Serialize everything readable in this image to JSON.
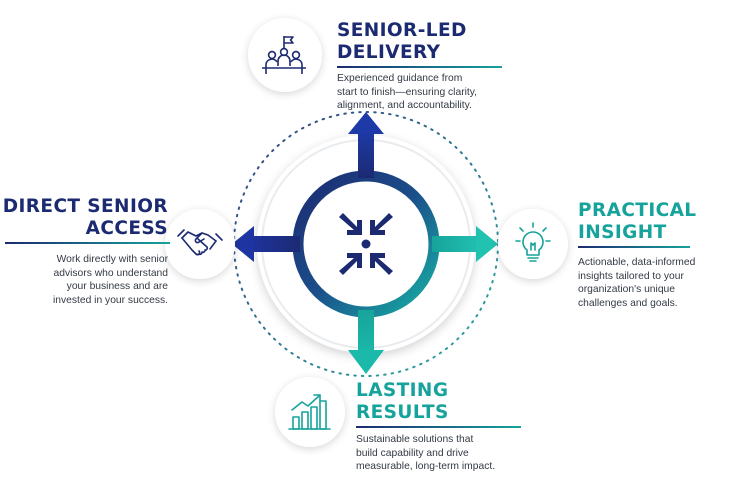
{
  "sections": {
    "top": {
      "title": [
        "SENIOR-LED",
        "DELIVERY"
      ],
      "description": [
        "Experienced guidance from",
        "start to finish—ensuring clarity,",
        "alignment, and accountability."
      ],
      "icon": "team-leader-flag-icon"
    },
    "left": {
      "title": [
        "DIRECT SENIOR",
        "ACCESS"
      ],
      "description": [
        "Work directly with senior",
        "advisors who understand",
        "your business and are",
        "invested in your success."
      ],
      "icon": "handshake-icon"
    },
    "right": {
      "title": [
        "PRACTICAL",
        "INSIGHT"
      ],
      "description": [
        "Actionable, data-informed",
        "insights tailored to your",
        "organization's unique",
        "challenges and goals."
      ],
      "icon": "lightbulb-icon"
    },
    "bottom": {
      "title": [
        "LASTING",
        "RESULTS"
      ],
      "description": [
        "Sustainable solutions that",
        "build capability and drive",
        "measurable, long-term impact."
      ],
      "icon": "growth-chart-icon"
    }
  },
  "center_icon": "converging-arrows-icon",
  "colors": {
    "navy": "#1c2a72",
    "teal": "#16a39b",
    "text": "#333a44"
  }
}
